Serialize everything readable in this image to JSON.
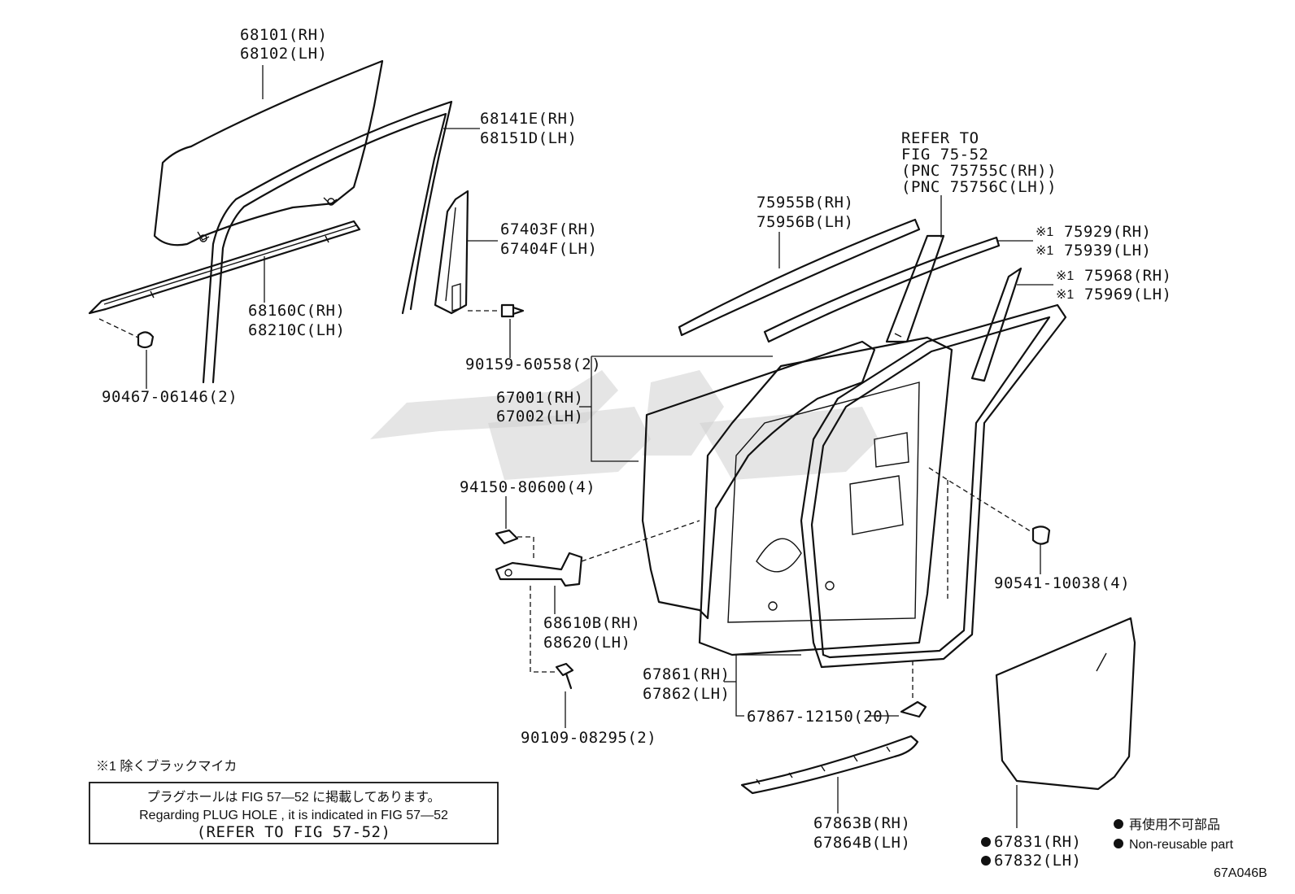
{
  "diagram_code": "67A046B",
  "parts": {
    "glass_rh": "68101(RH)",
    "glass_lh": "68102(LH)",
    "run_rh": "68141E(RH)",
    "run_lh": "68151D(LH)",
    "sash_rh": "67403F(RH)",
    "sash_lh": "67404F(LH)",
    "screw_a": "90159-60558(2)",
    "belt_rh": "68160C(RH)",
    "belt_lh": "68210C(LH)",
    "clip_a": "90467-06146(2)",
    "refer1": "REFER TO",
    "refer2": "FIG 75-52",
    "refer3": "(PNC 75755C(RH))",
    "refer4": "(PNC 75756C(LH))",
    "mold_rh": "75955B(RH)",
    "mold_lh": "75956B(LH)",
    "mark1": "※1",
    "mark2": "※1",
    "mark3": "※1",
    "mark4": "※1",
    "frm_rh": "75929(RH)",
    "frm_lh": "75939(LH)",
    "frm2_rh": "75968(RH)",
    "frm2_lh": "75969(LH)",
    "panel_rh": "67001(RH)",
    "panel_lh": "67002(LH)",
    "nut_a": "94150-80600(4)",
    "check_rh": "68610B(RH)",
    "check_lh": "68620(LH)",
    "bolt_a": "90109-08295(2)",
    "clip_b": "90541-10038(4)",
    "ws_rh": "67861(RH)",
    "ws_lh": "67862(LH)",
    "clip_c": "67867-12150(20)",
    "ws2_rh": "67863B(RH)",
    "ws2_lh": "67864B(LH)",
    "film_rh": "67831(RH)",
    "film_lh": "67832(LH)"
  },
  "note": {
    "footnote": "※1 除くブラックマイカ",
    "line1": "プラグホールは FIG 57—52 に掲載してあります。",
    "line2": "Regarding PLUG HOLE , it is indicated in FIG 57—52",
    "line3": "(REFER TO FIG 57-52)"
  },
  "legend": {
    "jp": "再使用不可部品",
    "en": "Non-reusable part"
  }
}
